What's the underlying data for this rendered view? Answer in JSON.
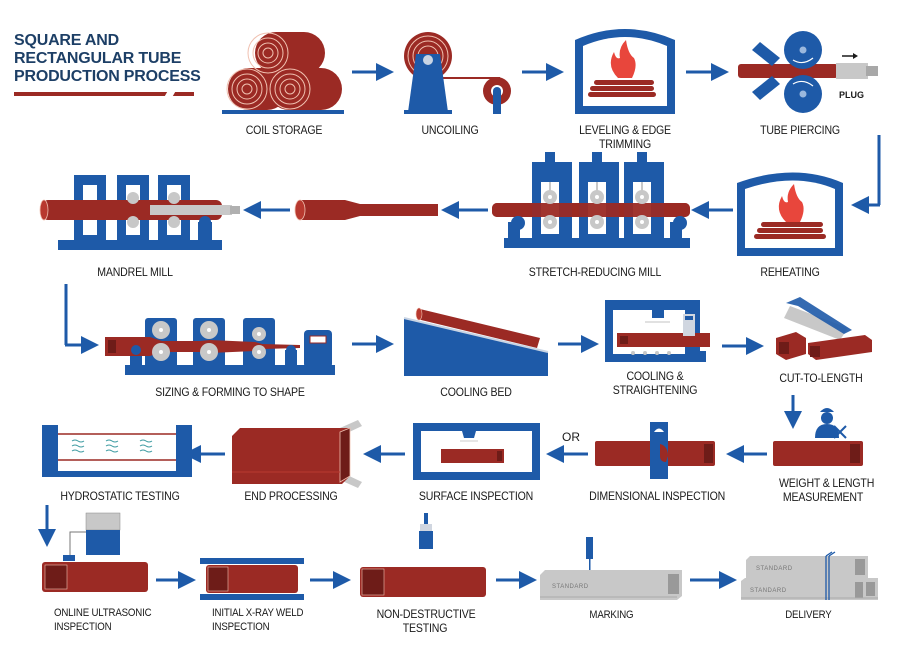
{
  "title": {
    "line1": "SQUARE AND",
    "line2": "RECTANGULAR TUBE",
    "line3": "PRODUCTION PROCESS"
  },
  "colors": {
    "blue": "#1e5aa8",
    "dark_blue": "#1d3f66",
    "red": "#9b2a24",
    "flame": "#e8463c",
    "steel": "#c8c8c8"
  },
  "steps": [
    {
      "id": 1,
      "label": "COIL STORAGE",
      "icon": "coil-stack-icon"
    },
    {
      "id": 2,
      "label": "UNCOILING",
      "icon": "uncoiler-icon"
    },
    {
      "id": 3,
      "label": "LEVELING & EDGE",
      "label2": "TRIMMING",
      "icon": "furnace-icon"
    },
    {
      "id": 4,
      "label": "TUBE PIERCING",
      "icon": "piercing-rolls-icon",
      "annotation": "PLUG"
    },
    {
      "id": 5,
      "label": "REHEATING",
      "icon": "furnace-icon"
    },
    {
      "id": 6,
      "label": "STRETCH-REDUCING MILL",
      "icon": "roll-stand-icon"
    },
    {
      "id": 7,
      "label": "MANDREL MILL",
      "icon": "mandrel-mill-icon"
    },
    {
      "id": 8,
      "label": "SIZING & FORMING TO SHAPE",
      "icon": "sizing-mill-icon"
    },
    {
      "id": 9,
      "label": "COOLING BED",
      "icon": "cooling-bed-icon"
    },
    {
      "id": 10,
      "label": "COOLING &",
      "label2": "STRAIGHTENING",
      "icon": "straightener-icon"
    },
    {
      "id": 11,
      "label": "CUT-TO-LENGTH",
      "icon": "saw-icon"
    },
    {
      "id": 12,
      "label": "WEIGHT & LENGTH",
      "label2": "MEASUREMENT",
      "icon": "worker-icon"
    },
    {
      "id": 13,
      "label": "DIMENSIONAL INSPECTION",
      "icon": "gauge-icon"
    },
    {
      "id": 14,
      "label": "SURFACE INSPECTION",
      "icon": "inspection-chamber-icon"
    },
    {
      "id": 15,
      "label": "END PROCESSING",
      "icon": "square-tube-icon"
    },
    {
      "id": 16,
      "label": "HYDROSTATIC TESTING",
      "icon": "water-tank-icon"
    },
    {
      "id": 17,
      "label": "ONLINE ULTRASONIC",
      "label2": "INSPECTION",
      "icon": "ultrasonic-icon"
    },
    {
      "id": 18,
      "label": "INITIAL X-RAY WELD",
      "label2": "INSPECTION",
      "icon": "xray-icon"
    },
    {
      "id": 19,
      "label": "NON-DESTRUCTIVE",
      "label2": "TESTING",
      "icon": "brush-icon"
    },
    {
      "id": 20,
      "label": "MARKING",
      "icon": "marker-icon",
      "stamp": "STANDARD"
    },
    {
      "id": 21,
      "label": "DELIVERY",
      "icon": "bundle-icon",
      "stamp": "STANDARD"
    }
  ],
  "or_label": "OR"
}
